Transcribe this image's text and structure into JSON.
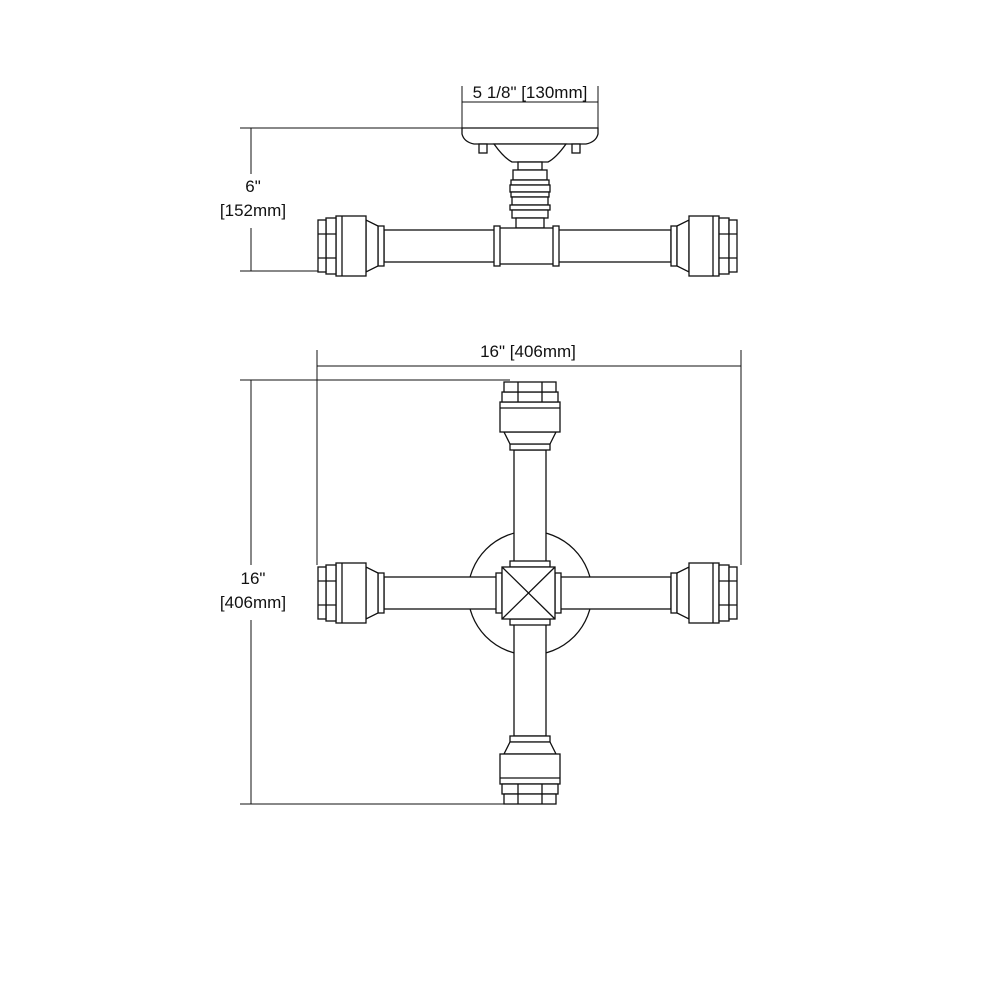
{
  "dimensions": {
    "canopy_width": "5 1/8\" [130mm]",
    "height_in": "6\"",
    "height_mm": "[152mm]",
    "top_width": "16\" [406mm]",
    "top_depth_in": "16\"",
    "top_depth_mm": "[406mm]"
  },
  "colors": {
    "line": "#111111",
    "background": "#ffffff"
  }
}
